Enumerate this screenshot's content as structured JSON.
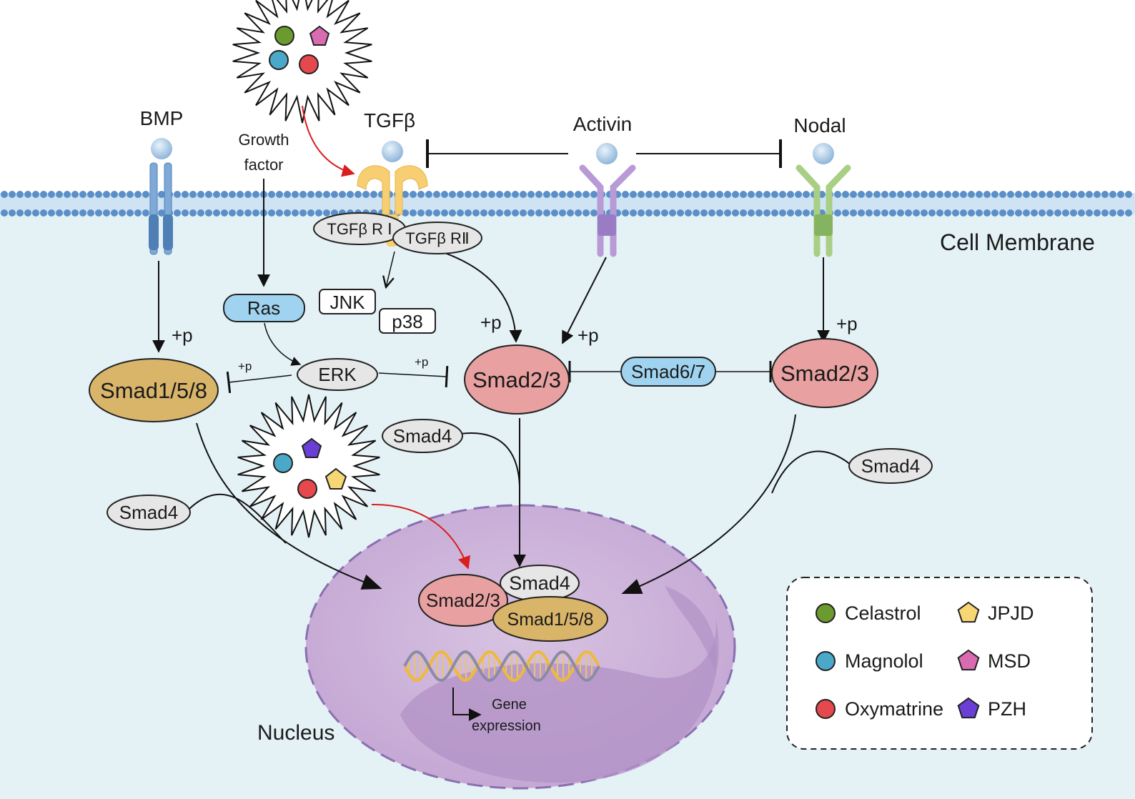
{
  "ligands": {
    "bmp": "BMP",
    "tgfb": "TGFβ",
    "activin": "Activin",
    "nodal": "Nodal",
    "growth_factor_line1": "Growth",
    "growth_factor_line2": "factor"
  },
  "membrane_label": "Cell Membrane",
  "receptors": {
    "tgfb_r1": "TGFβ R Ⅰ",
    "tgfb_r2": "TGFβ RⅡ"
  },
  "kinases": {
    "ras": "Ras",
    "jnk": "JNK",
    "p38": "p38",
    "erk": "ERK"
  },
  "phospho": {
    "bmp_p": "+p",
    "erk_left_p": "+p",
    "erk_right_p": "+p",
    "tgfb_p": "+p",
    "activin_p": "+p",
    "nodal_p": "+p"
  },
  "smads": {
    "smad158": "Smad1/5/8",
    "smad23_center": "Smad2/3",
    "smad23_right": "Smad2/3",
    "smad67": "Smad6/7",
    "smad4_left": "Smad4",
    "smad4_center": "Smad4",
    "smad4_right": "Smad4"
  },
  "nucleus": {
    "label": "Nucleus",
    "smad23": "Smad2/3",
    "smad4": "Smad4",
    "smad158": "Smad1/5/8",
    "gene_line1": "Gene",
    "gene_line2": "expression"
  },
  "legend": {
    "items": [
      {
        "label": "Celastrol",
        "shape": "circle",
        "color": "#6b9a2e"
      },
      {
        "label": "Magnolol",
        "shape": "circle",
        "color": "#4aa9c8"
      },
      {
        "label": "Oxymatrine",
        "shape": "circle",
        "color": "#e5484d"
      },
      {
        "label": "JPJD",
        "shape": "pentagon",
        "color": "#f7d774"
      },
      {
        "label": "MSD",
        "shape": "pentagon",
        "color": "#d96bb1"
      },
      {
        "label": "PZH",
        "shape": "pentagon",
        "color": "#6a3fd6"
      }
    ]
  },
  "colors": {
    "cytoplasm": "#e4f2f6",
    "membrane_head": "#5b8fc8",
    "nucleus_fill": "#cdb4d8",
    "nucleus_inner": "#b699c6",
    "smad158_fill": "#d9b56a",
    "smad23_fill": "#e8a0a0",
    "blue_node": "#9fd3ef",
    "grey_node": "#e6e6e6",
    "inhibitor_arrow": "#d91e1e",
    "tgfb_receptor": "#f7cf72",
    "activin_receptor": "#b79ad6",
    "nodal_receptor": "#a8cf84",
    "bmp_receptor": "#7fa9d6"
  }
}
